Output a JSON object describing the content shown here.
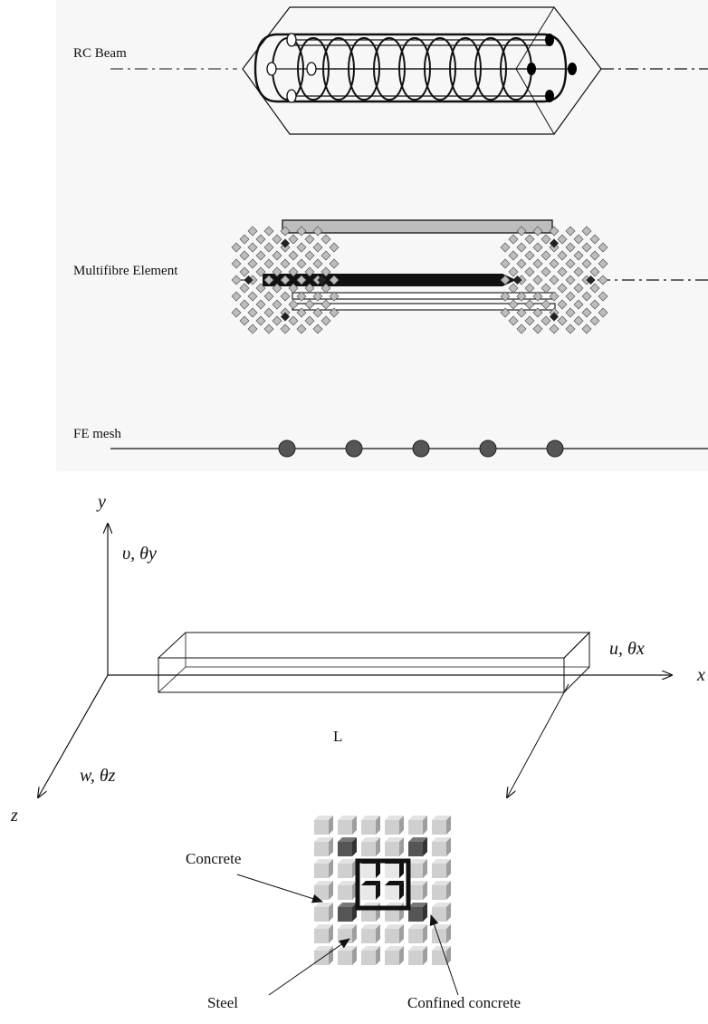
{
  "labels": {
    "rc_beam": "RC Beam",
    "multifibre_element": "Multifibre Element",
    "fe_mesh": "FE mesh",
    "axis_y": "y",
    "axis_x": "x",
    "axis_z": "z",
    "dof_y": "υ, θy",
    "dof_x": "u, θx",
    "dof_z": "w, θz",
    "length": "L",
    "concrete": "Concrete",
    "steel": "Steel",
    "confined_concrete": "Confined concrete"
  },
  "fe_mesh": {
    "node_count": 5
  },
  "colors": {
    "line": "#111111",
    "node": "#555555",
    "fibre_light": "#bdbdbd",
    "fibre_dark": "#222222",
    "steel_bar": "#000000",
    "panel_bg": "#f7f7f7"
  }
}
